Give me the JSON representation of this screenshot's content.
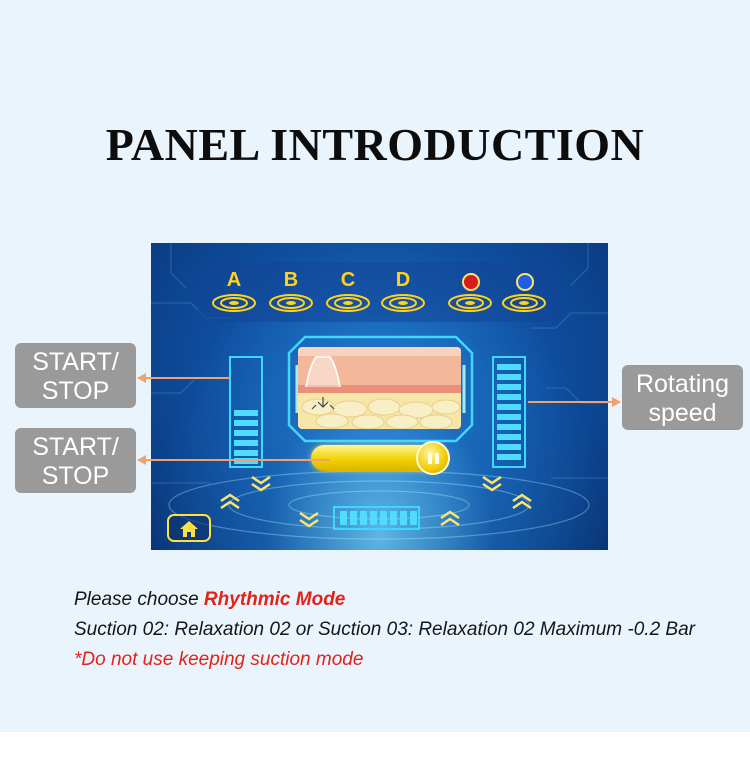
{
  "page": {
    "title": "PANEL INTRODUCTION"
  },
  "panel": {
    "modes": [
      {
        "label": "A"
      },
      {
        "label": "B"
      },
      {
        "label": "C"
      },
      {
        "label": "D"
      }
    ],
    "rotation_buttons": [
      {
        "icon": "red-rotate-icon",
        "color": "#d81b1b"
      },
      {
        "icon": "blue-rotate-icon",
        "color": "#1c5fe6"
      }
    ],
    "accent_color": "#3fd7ff",
    "slider_color": "#f2d200"
  },
  "callouts": {
    "start_stop_1": "START/\nSTOP",
    "start_stop_2": "START/\nSTOP",
    "rotating_speed": "Rotating\nspeed"
  },
  "notes": {
    "line1_prefix": "Please choose ",
    "line1_mode": "Rhythmic Mode",
    "line2": "Suction 02: Relaxation 02 or  Suction 03: Relaxation 02 Maximum -0.2 Bar",
    "line3": "*Do not use keeping suction mode"
  }
}
